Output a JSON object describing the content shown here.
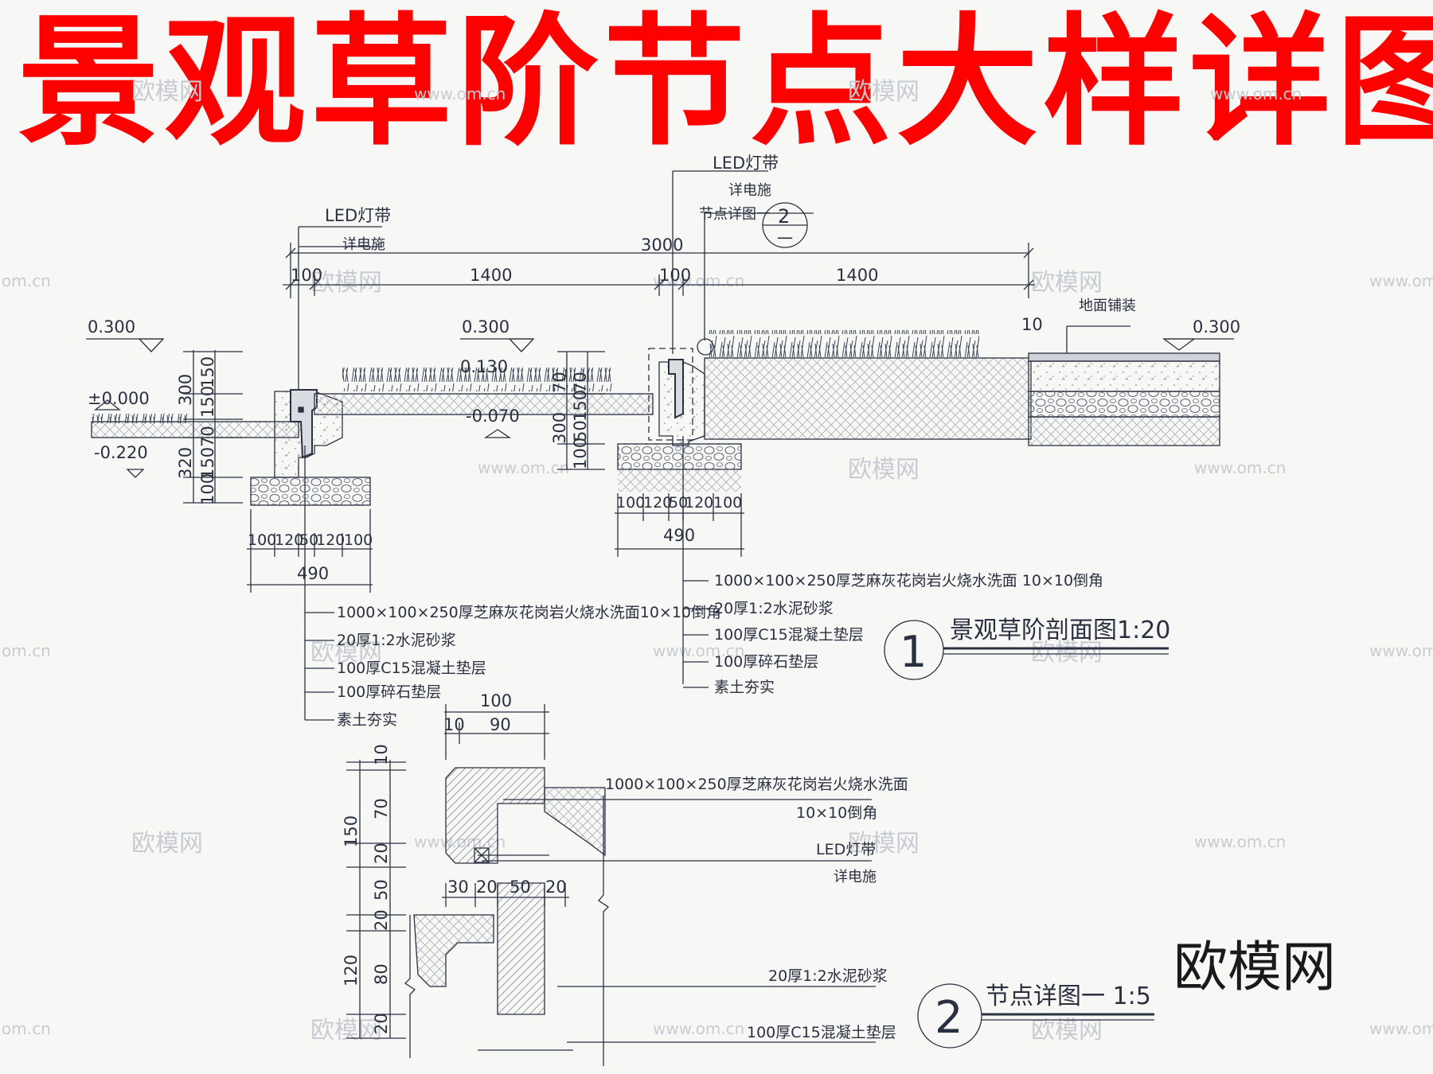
{
  "title": "景观草阶节点大样详图",
  "section1": {
    "caption": "景观草阶剖面图1:20",
    "caption_num": "1",
    "dims_top": {
      "overall": "3000",
      "a": "100",
      "b": "1400",
      "c": "100",
      "d": "1400"
    },
    "elevations": {
      "left_top": "0.300",
      "mid_top": "0.300",
      "right_top": "0.300",
      "zero": "±0.000",
      "minus220": "-0.220",
      "p130": "0.130",
      "minus070": "-0.070"
    },
    "led_left": {
      "line1": "LED灯带",
      "line2": "详电施"
    },
    "led_mid": {
      "line1": "LED灯带",
      "line2": "详电施",
      "line3": "节点详图一",
      "ref_num": "2",
      "ref_sub": "一"
    },
    "paving_label": "地面铺装",
    "dim_10": "10",
    "left_vert_dims": [
      "150",
      "300",
      "150",
      "70",
      "320",
      "150",
      "100"
    ],
    "mid_vert_dims": [
      "70",
      "70",
      "150",
      "300",
      "50",
      "150",
      "100"
    ],
    "base_dims": [
      "100",
      "120",
      "50",
      "120",
      "100"
    ],
    "base_total": "490",
    "notes_left": [
      "1000×100×250厚芝麻灰花岗岩火烧水洗面10×10倒角",
      "20厚1:2水泥砂浆",
      "100厚C15混凝土垫层",
      "100厚碎石垫层",
      "素土夯实"
    ],
    "notes_mid": [
      "1000×100×250厚芝麻灰花岗岩火烧水洗面 10×10倒角",
      "20厚1:2水泥砂浆",
      "100厚C15混凝土垫层",
      "100厚碎石垫层",
      "素土夯实"
    ]
  },
  "section2": {
    "caption": "节点详图一 1:5",
    "caption_num": "2",
    "top_dims": {
      "overall": "100",
      "a": "10",
      "b": "90"
    },
    "mid_dims": [
      "30",
      "20",
      "50",
      "20"
    ],
    "left_outer": [
      "150",
      "120"
    ],
    "left_inner": [
      "10",
      "70",
      "20",
      "50",
      "20",
      "80",
      "20"
    ],
    "notes": [
      "1000×100×250厚芝麻灰花岗岩火烧水洗面",
      "10×10倒角",
      "LED灯带",
      "详电施",
      "20厚1:2水泥砂浆",
      "100厚C15混凝土垫层"
    ]
  },
  "watermarks": {
    "logo": "欧模网",
    "url": "www.om.cn",
    "short": "om.cn"
  },
  "colors": {
    "title": "#ff0000",
    "line": "#2a3040",
    "hatch": "#9aa0a8",
    "grass": "#3a4456"
  }
}
